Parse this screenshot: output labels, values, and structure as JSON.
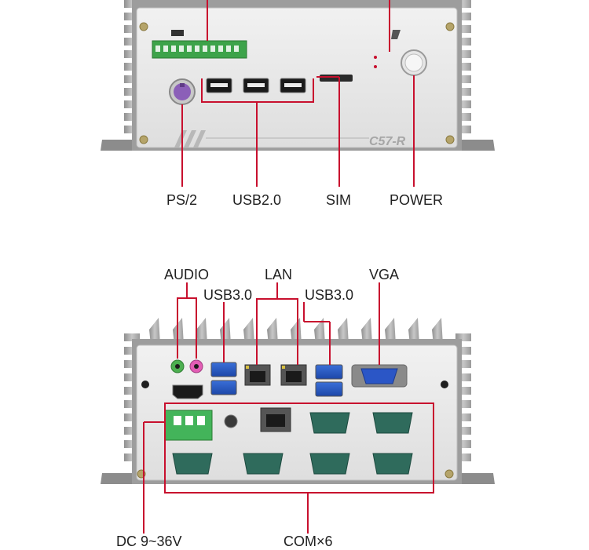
{
  "top_panel": {
    "model_badge": "C57-R",
    "callouts": [
      {
        "id": "ps2",
        "text": "PS/2"
      },
      {
        "id": "usb2",
        "text": "USB2.0"
      },
      {
        "id": "sim",
        "text": "SIM"
      },
      {
        "id": "power",
        "text": "POWER"
      }
    ]
  },
  "bottom_panel": {
    "callouts": [
      {
        "id": "audio",
        "text": "AUDIO"
      },
      {
        "id": "lan",
        "text": "LAN"
      },
      {
        "id": "vga",
        "text": "VGA"
      },
      {
        "id": "usb3_left",
        "text": "USB3.0"
      },
      {
        "id": "usb3_right",
        "text": "USB3.0"
      },
      {
        "id": "dc",
        "text": "DC 9~36V"
      },
      {
        "id": "com",
        "text": "COM×6"
      }
    ]
  },
  "colors": {
    "callout_line": "#c8102e",
    "chassis": "#d9d9d9",
    "fins": "#a8a8a8"
  }
}
